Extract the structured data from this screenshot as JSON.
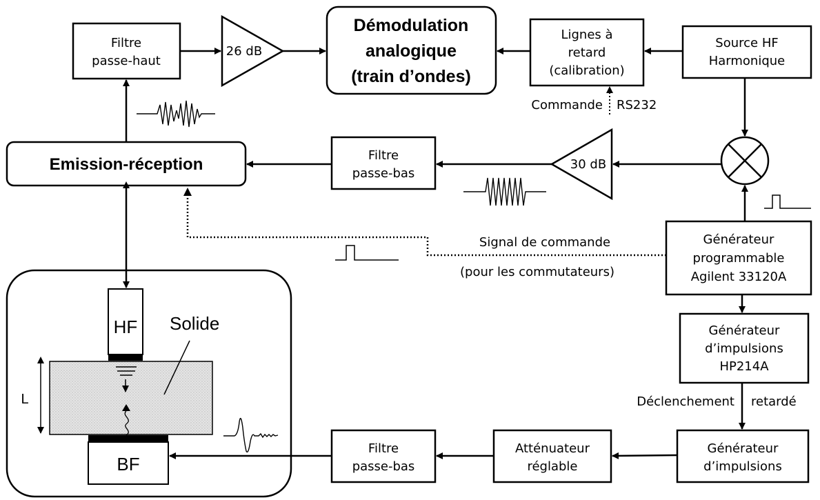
{
  "blocks": {
    "highpass": [
      "Filtre",
      "passe-haut"
    ],
    "amp26": "26 dB",
    "demod": [
      "Démodulation",
      "analogique",
      "(train d’ondes)"
    ],
    "delaylines": [
      "Lignes à",
      "retard",
      "(calibration)"
    ],
    "source": [
      "Source HF",
      "Harmonique"
    ],
    "emission": "Emission-réception",
    "lowpass_top": [
      "Filtre",
      "passe-bas"
    ],
    "amp30": "30 dB",
    "genprog": [
      "Générateur",
      "programmable",
      "Agilent 33120A"
    ],
    "genimp_hp": [
      "Générateur",
      "d’impulsions",
      "HP214A"
    ],
    "genimp": [
      "Générateur",
      "d’impulsions"
    ],
    "attenuator": [
      "Atténuateur",
      "réglable"
    ],
    "lowpass_bottom": [
      "Filtre",
      "passe-bas"
    ],
    "probe_hf": "HF",
    "probe_bf": "BF",
    "solid": "Solide",
    "length": "L"
  },
  "annotations": {
    "commande": "Commande",
    "rs232": "RS232",
    "signal_commande": "Signal de commande",
    "pour_commutateurs": "(pour les commutateurs)",
    "declenchement": "Déclenchement",
    "retarde": "retardé"
  }
}
